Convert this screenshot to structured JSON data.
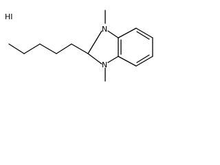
{
  "molecule": {
    "salt_label": "HI",
    "atoms": {
      "n_top": "N",
      "n_bottom": "N"
    }
  },
  "colors": {
    "background": "#ffffff",
    "bond": "#000000",
    "text": "#000000"
  }
}
